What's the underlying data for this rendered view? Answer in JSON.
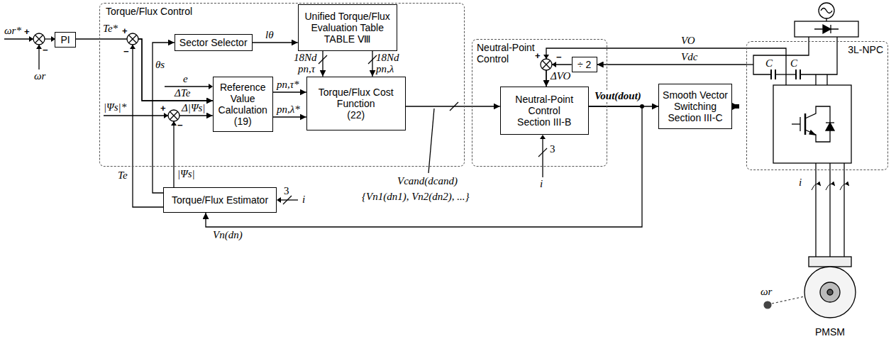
{
  "diagram": {
    "nodes": [
      {
        "text": [
          "Torque/Flux Control"
        ]
      },
      {
        "text": [
          "Sector Selector"
        ],
        "in": 0
      },
      {
        "text": [
          "Unified Torque/Flux Evaluation Table",
          "TABLE Ⅷ"
        ],
        "in": 0
      },
      {
        "text": [
          "Reference Value Calculation",
          "(19)"
        ],
        "in": 0
      },
      {
        "text": [
          "Torque/Flux Cost Function",
          "(22)"
        ],
        "in": 0
      },
      {
        "text": [
          "PI"
        ]
      },
      {
        "text": [
          "Torque/Flux Estimator"
        ]
      },
      {
        "text": [
          "Neutral-Point Control"
        ]
      },
      {
        "text": [
          "÷ 2"
        ],
        "in": 7
      },
      {
        "text": [
          "Neutral-Point Control",
          "Section III-B"
        ],
        "in": 7
      },
      {
        "text": [
          "Smooth Vector Switching",
          "Section III-C"
        ]
      },
      {
        "text": [
          "3L-NPC"
        ]
      },
      {
        "text": [
          "PMSM"
        ]
      }
    ],
    "edges": [
      {
        "from": 5,
        "to": 3,
        "arrow": "to"
      },
      {
        "from": 6,
        "to": 3,
        "arrow": "to"
      },
      {
        "from": 6,
        "to": 3,
        "arrow": "to"
      },
      {
        "from": 6,
        "to": 1,
        "arrow": "to"
      },
      {
        "from": 1,
        "to": 2,
        "arrow": "to"
      },
      {
        "from": 2,
        "to": 4,
        "arrow": "to"
      },
      {
        "from": 2,
        "to": 4,
        "arrow": "to"
      },
      {
        "from": 3,
        "to": 4,
        "arrow": "to"
      },
      {
        "from": 3,
        "to": 4,
        "arrow": "to"
      },
      {
        "from": 4,
        "to": 9,
        "arrow": "to"
      },
      {
        "from": 9,
        "to": 10,
        "arrow": "to"
      },
      {
        "from": 9,
        "to": 6,
        "arrow": "to"
      },
      {
        "from": 10,
        "to": 11,
        "arrow": "to"
      },
      {
        "from": 11,
        "to": 8,
        "arrow": "to"
      },
      {
        "from": 11,
        "to": 9,
        "arrow": "to"
      },
      {
        "from": 8,
        "to": 9,
        "arrow": "to"
      },
      {
        "from": 11,
        "to": 12,
        "arrow": "none"
      }
    ],
    "labels": [
      "ωr*",
      "+",
      "−",
      "ωr",
      "Te*",
      "+",
      "−",
      "e",
      "ΔTe",
      "|Ψs|*",
      "+",
      "−",
      "Δ|Ψs|",
      "θs",
      "lθ",
      "18Nd",
      "pn,τ",
      "18Nd",
      "pn,λ",
      "pn,τ*",
      "pn,λ*",
      "Te",
      "|Ψs|",
      "3",
      "i",
      "Vcand(dcand)",
      "{Vn1(dn1), Vn2(dn2), ...}",
      "Vn(dn)",
      "VO",
      "+",
      "Vdc",
      "−",
      "ΔVO",
      "3",
      "i",
      "Vout(dout)",
      "C",
      "C",
      "i",
      "ωr"
    ]
  }
}
